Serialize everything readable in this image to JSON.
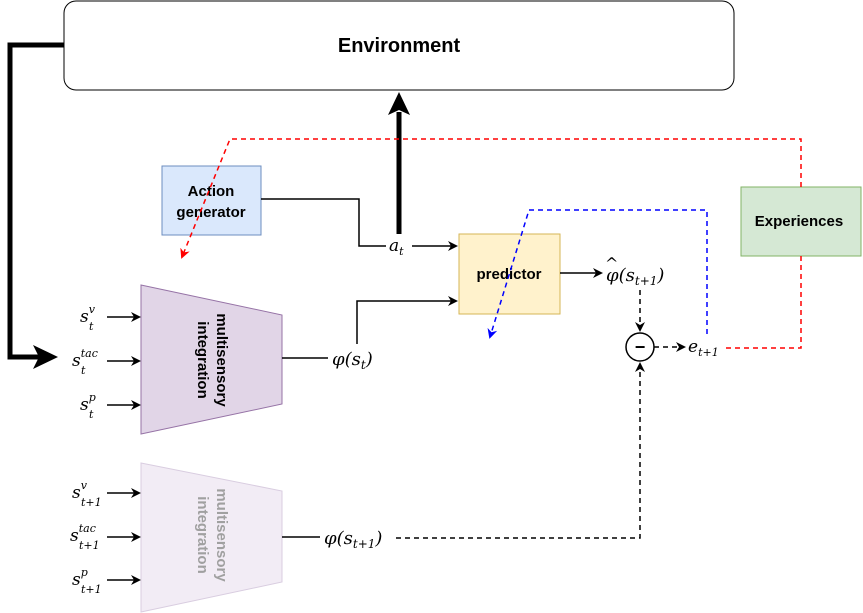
{
  "diagram": {
    "environment": {
      "label": "Environment"
    },
    "action_generator": {
      "line1": "Action",
      "line2": "generator"
    },
    "predictor": {
      "label": "predictor"
    },
    "experiences": {
      "label": "Experiences"
    },
    "integration_t": {
      "line1": "multisensory",
      "line2": "integration"
    },
    "integration_t1": {
      "line1": "multisensory",
      "line2": "integration"
    },
    "minus_symbol": "−",
    "inputs_t": [
      {
        "base": "s",
        "sup": "v",
        "sub": "t"
      },
      {
        "base": "s",
        "sup": "tac",
        "sub": "t"
      },
      {
        "base": "s",
        "sup": "p",
        "sub": "t"
      }
    ],
    "inputs_t1": [
      {
        "base": "s",
        "sup": "v",
        "sub": "t+1"
      },
      {
        "base": "s",
        "sup": "tac",
        "sub": "t+1"
      },
      {
        "base": "s",
        "sup": "p",
        "sub": "t+1"
      }
    ],
    "labels": {
      "phi_st": {
        "f": "φ",
        "open": "(",
        "s": "s",
        "sub": "t",
        "close": ")"
      },
      "phi_st1": {
        "f": "φ",
        "open": "(",
        "s": "s",
        "sub": "t+1",
        "close": ")"
      },
      "phi_hat": {
        "hat": "^",
        "f": "φ",
        "open": "(",
        "s": "s",
        "sub": "t+1",
        "close": ")"
      },
      "at": {
        "base": "a",
        "sub": "t"
      },
      "error": {
        "base": "e",
        "sub": "t+1"
      }
    },
    "colors": {
      "action_fill": "#dae8fc",
      "action_stroke": "#6c8ebf",
      "predictor_fill": "#fff2cc",
      "predictor_stroke": "#d6b656",
      "experiences_fill": "#d5e8d4",
      "experiences_stroke": "#82b366",
      "integration_fill": "#e1d5e7",
      "integration_stroke": "#9673a6",
      "integration_faded_fill": "#f2ecf5",
      "integration_faded_stroke": "#d9cde0",
      "red_dash": "#ff0000",
      "blue_dash": "#0000ff"
    }
  }
}
